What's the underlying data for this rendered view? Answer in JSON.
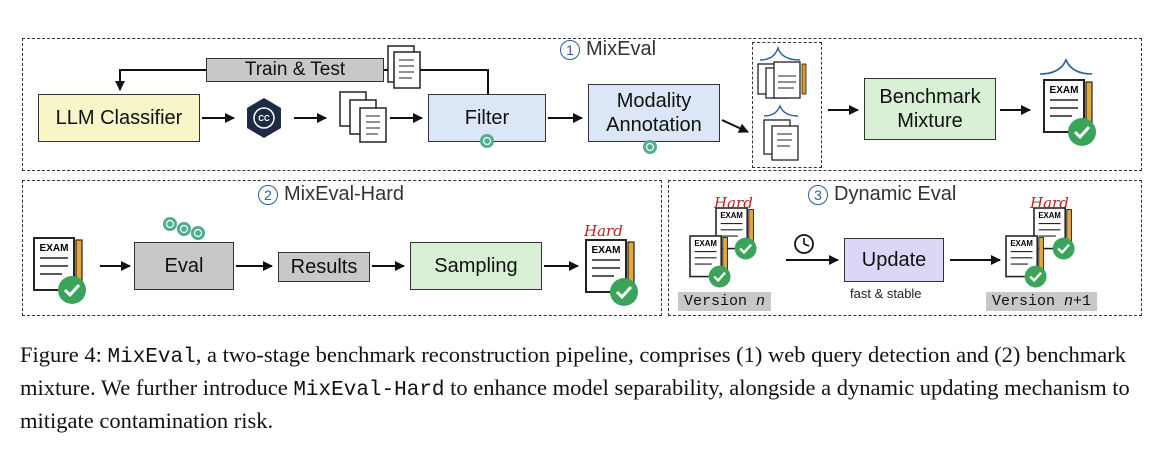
{
  "sections": {
    "mixeval": {
      "number": "1",
      "title": "MixEval"
    },
    "mixeval_hard": {
      "number": "2",
      "title": "MixEval-Hard"
    },
    "dynamic_eval": {
      "number": "3",
      "title": "Dynamic Eval"
    }
  },
  "nodes": {
    "llm_classifier": "LLM Classifier",
    "train_test": "Train & Test",
    "filter": "Filter",
    "modality_annotation": "Modality\nAnnotation",
    "benchmark_mixture": "Benchmark\nMixture",
    "eval": "Eval",
    "results": "Results",
    "sampling": "Sampling",
    "update": "Update",
    "fast_stable": "fast & stable",
    "cc_logo": "CC"
  },
  "icons": {
    "exam_label": "EXAM",
    "hard_label": "Hard"
  },
  "versions": {
    "v_n_prefix": "Version ",
    "v_n_var": "n",
    "v_n1_prefix": "Version ",
    "v_n1_var": "n",
    "v_n1_suffix": "+1"
  },
  "caption": {
    "fig": "Figure 4: ",
    "code1": "MixEval",
    "text1": ", a two-stage benchmark reconstruction pipeline, comprises (1) web query detection and (2) benchmark mixture. We further introduce ",
    "code2": "MixEval-Hard",
    "text2": " to enhance model separability, alongside a dynamic updating mechanism to mitigate contamination risk."
  },
  "colors": {
    "llm_classifier": "#f7f6c8",
    "filter": "#dbe7f6",
    "modality": "#dbe7f6",
    "benchmark_mixture": "#d9f0d6",
    "eval": "#c8c8c8",
    "results": "#c8c8c8",
    "sampling": "#d9f0d6",
    "update": "#dcd6f7",
    "check": "#3aa55a",
    "gpt": "#4fae8f",
    "number_ring": "#2b5f9e",
    "hard": "#b22222"
  }
}
